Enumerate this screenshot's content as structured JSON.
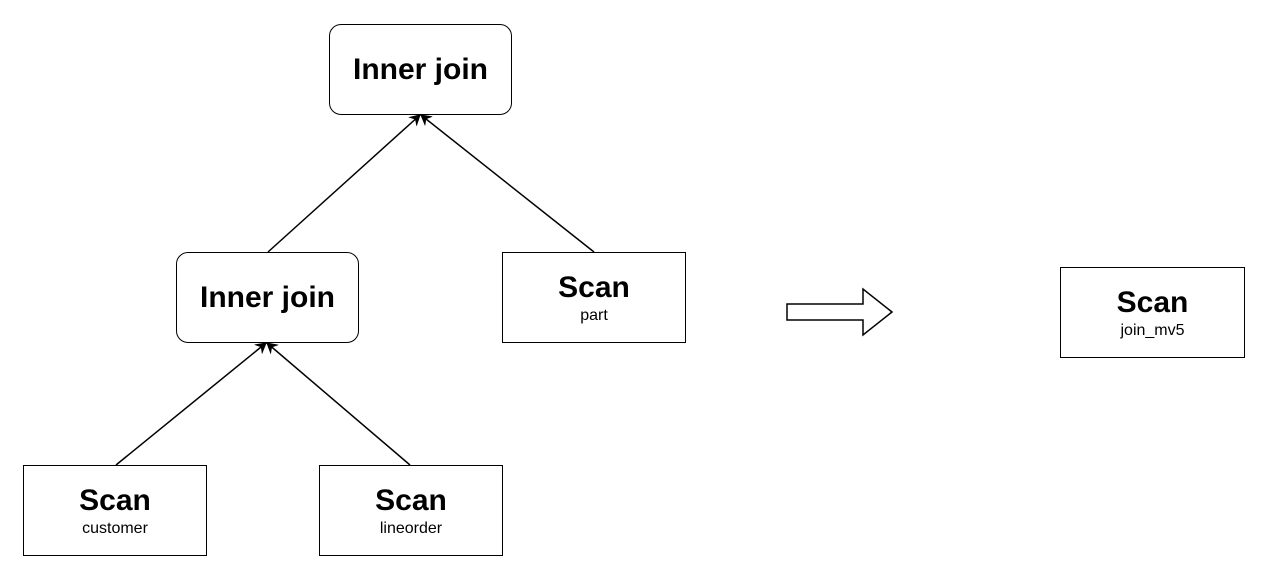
{
  "nodes": {
    "top_join": {
      "title": "Inner join"
    },
    "mid_join": {
      "title": "Inner join"
    },
    "scan_part": {
      "title": "Scan",
      "table": "part"
    },
    "scan_customer": {
      "title": "Scan",
      "table": "customer"
    },
    "scan_lineorder": {
      "title": "Scan",
      "table": "lineorder"
    },
    "scan_join_mv5": {
      "title": "Scan",
      "table": "join_mv5"
    }
  },
  "edges": [
    {
      "from": "mid_join",
      "to": "top_join"
    },
    {
      "from": "scan_part",
      "to": "top_join"
    },
    {
      "from": "scan_customer",
      "to": "mid_join"
    },
    {
      "from": "scan_lineorder",
      "to": "mid_join"
    }
  ],
  "transform_arrow": {
    "icon": "hollow-right-arrow-icon"
  }
}
